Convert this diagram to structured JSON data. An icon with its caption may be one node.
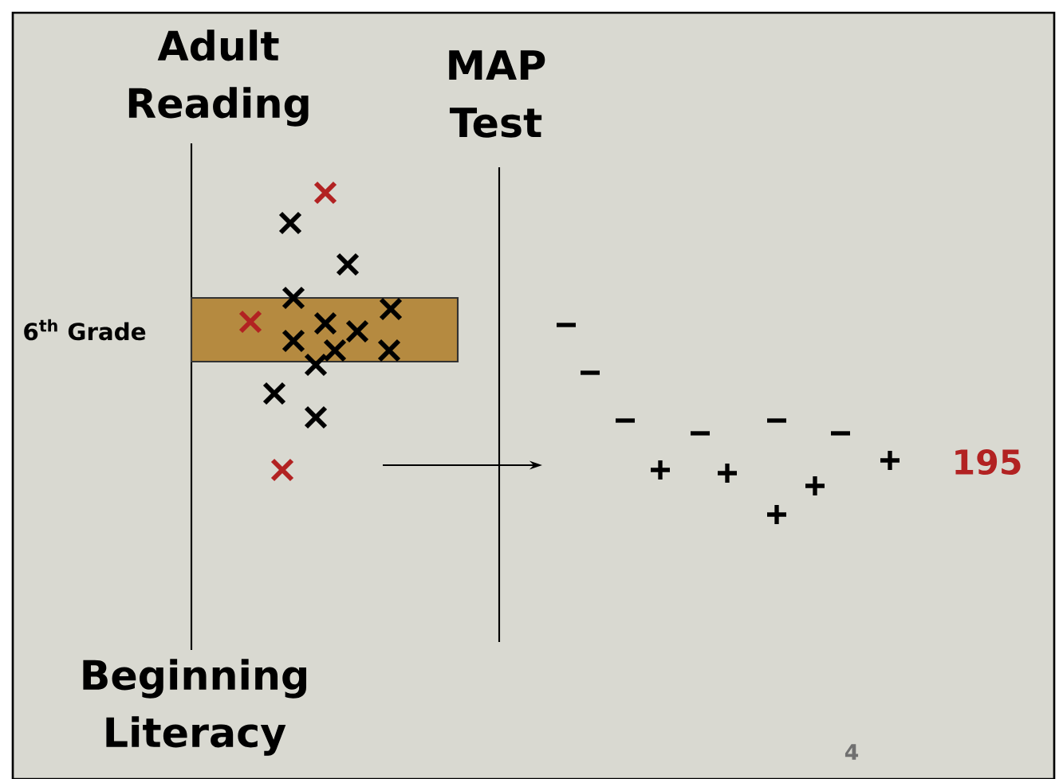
{
  "diagram": {
    "labels": [
      "Adult Reading",
      "MAP Test",
      "6$^{th}$ Grade",
      "195",
      "Beginning Literacy",
      "4"
    ]
  }
}
